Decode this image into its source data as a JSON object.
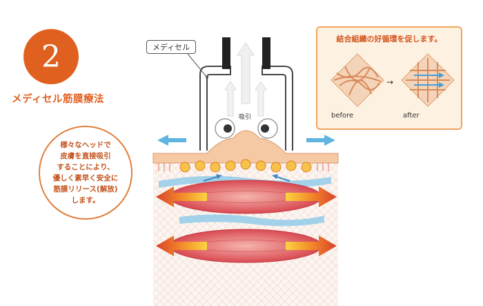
{
  "step": {
    "number": "2",
    "title": "メディセル筋膜療法"
  },
  "description": {
    "lines": [
      "様々なヘッドで",
      "皮膚を直接吸引",
      "することにより、",
      "優しく素早く安全に",
      "筋膜リリース(解放)",
      "します。"
    ]
  },
  "device": {
    "label": "メディセル",
    "suction_label": "吸引"
  },
  "info_box": {
    "title": "結合組織の好循環を促します。",
    "before_label": "before",
    "after_label": "after"
  },
  "colors": {
    "accent_orange": "#e06020",
    "info_bg": "#fdf1e2",
    "muscle_red": "#d0414b",
    "fascia_blue": "#5fb4e0",
    "skin": "#f5c9a3"
  },
  "icons": [
    "left-arrow-icon",
    "right-arrow-icon",
    "eye-ball-icon",
    "smiley-cell-icon",
    "up-arrow-icon"
  ]
}
